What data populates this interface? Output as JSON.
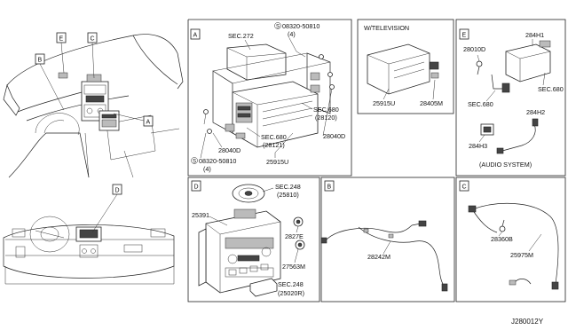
{
  "diagram_code": "J280012Y",
  "callouts": {
    "overview": [
      "A",
      "B",
      "C",
      "E"
    ],
    "interior": "D"
  },
  "panels": {
    "A": {
      "letter": "A",
      "labels": {
        "sec272": "SEC.272",
        "bolt_top": "08320-50810",
        "bolt_top_qty": "(4)",
        "sec680_a": "SEC.680",
        "sec680_a_sub": "(28120)",
        "sec680_b": "SEC.680",
        "sec680_b_sub": "(28121)",
        "p28040d_left": "28040D",
        "p28040d_right": "28040D",
        "p25915u": "25915U",
        "bolt_bottom": "08320-50810",
        "bolt_bottom_qty": "(4)",
        "screw_symbol": "S"
      }
    },
    "tv": {
      "title": "W/TELEVISION",
      "labels": {
        "p25915u": "25915U",
        "p28405m": "28405M"
      }
    },
    "E": {
      "letter": "E",
      "labels": {
        "p28010d": "28010D",
        "p284h1": "284H1",
        "sec680_left": "SEC.680",
        "sec680_right": "SEC.680",
        "p284h2": "284H2",
        "p284h3": "284H3",
        "caption": "(AUDIO SYSTEM)"
      }
    },
    "D": {
      "letter": "D",
      "labels": {
        "p25391": "25391",
        "sec248_top": "SEC.248",
        "sec248_top_sub": "(25810)",
        "p2827e": "2827E",
        "p27563m": "27563M",
        "sec248_bottom": "SEC.248",
        "sec248_bottom_sub": "(25020R)"
      }
    },
    "B": {
      "letter": "B",
      "labels": {
        "p28242m": "28242M"
      }
    },
    "C": {
      "letter": "C",
      "labels": {
        "p28360b": "28360B",
        "p25975m": "25975M"
      }
    }
  }
}
